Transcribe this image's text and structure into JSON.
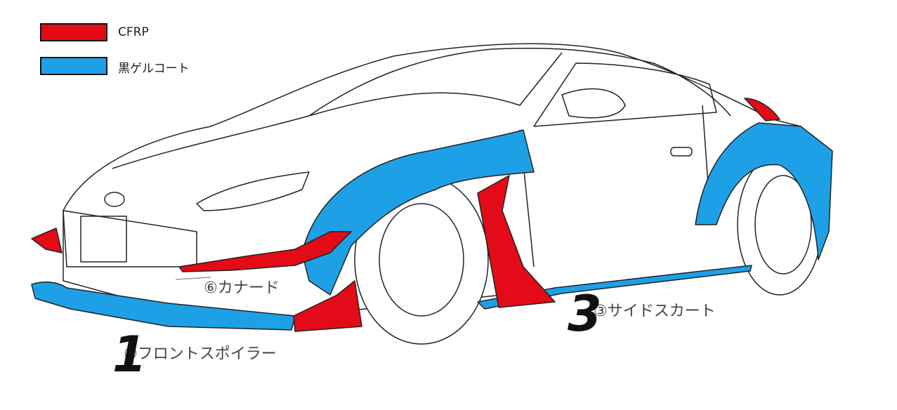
{
  "legend": [
    {
      "label": "CFRP",
      "color": "#e30b17"
    },
    {
      "label": "黒ゲルコート",
      "color": "#1ea0e6"
    }
  ],
  "callouts": {
    "canard": "⑥カナード",
    "front_spoiler": "①フロントスポイラー",
    "side_skirt": "③サイドスカート"
  },
  "markers": {
    "front": "1",
    "side": "3"
  }
}
